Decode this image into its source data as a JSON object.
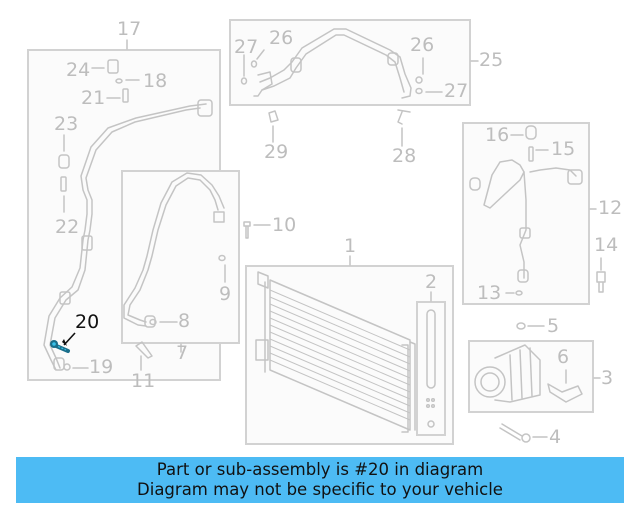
{
  "diagram": {
    "highlight_part": "20",
    "colors": {
      "line": "#c4c4c4",
      "label": "#bdbdbd",
      "box_border": "#d2d2d2",
      "box_fill": "#fbfbfb",
      "highlight_part": "#1a6e8a",
      "highlight_accent": "#39c0e8",
      "banner_bg": "#4dbbf4",
      "banner_text": "#111111"
    },
    "labels": {
      "p1": "1",
      "p2": "2",
      "p3": "3",
      "p4": "4",
      "p5": "5",
      "p6": "6",
      "p7": "7",
      "p8": "8",
      "p9": "9",
      "p10": "10",
      "p11": "11",
      "p12": "12",
      "p13": "13",
      "p14": "14",
      "p15": "15",
      "p16": "16",
      "p17": "17",
      "p18": "18",
      "p19": "19",
      "p20": "20",
      "p21": "21",
      "p22": "22",
      "p23": "23",
      "p24": "24",
      "p25": "25",
      "p26a": "26",
      "p26b": "26",
      "p27a": "27",
      "p27b": "27",
      "p28": "28",
      "p29": "29"
    }
  },
  "banner": {
    "line1": "Part or sub-assembly is #20 in diagram",
    "line2": "Diagram may not be specific to your vehicle"
  }
}
